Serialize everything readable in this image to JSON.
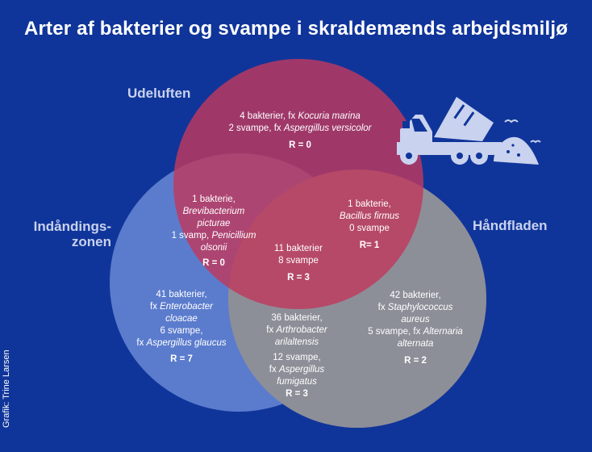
{
  "title": "Arter af bakterier og svampe i skraldemænds arbejdsmiljø",
  "credit": "Grafik: Trine Larsen",
  "colors": {
    "background": "#10359a",
    "udeluften": "#c0395e",
    "indandingszonen": "#5b7ccd",
    "handfladen": "#8d8f98",
    "label": "#c9d2ee",
    "truck": "#c9d2ee"
  },
  "sets": {
    "udeluften": "Udeluften",
    "indandingszonen_1": "Indåndings-",
    "indandingszonen_2": "zonen",
    "handfladen": "Håndfladen"
  },
  "icon": "garbage-truck-icon",
  "regions": {
    "udeluften_only": {
      "line1": "4 bakterier, fx ",
      "line1_it": "Kocuria marina",
      "line2": "2 svampe, fx ",
      "line2_it": "Aspergillus versicolor",
      "r": "R = 0"
    },
    "ude_indanding": {
      "line1": "1 bakterie,",
      "line2_it": "Brevibacterium",
      "line3_it": "picturae",
      "line4": "1 svamp, ",
      "line4_it": "Penicillium",
      "line5_it": "olsonii",
      "r": "R = 0"
    },
    "ude_hand": {
      "line1": "1 bakterie,",
      "line2_it": "Bacillus firmus",
      "line3": "0 svampe",
      "r": "R= 1"
    },
    "all_three": {
      "line1": "11 bakterier",
      "line2": "8 svampe",
      "r": "R = 3"
    },
    "indanding_only": {
      "line1": "41 bakterier,",
      "line2": "fx ",
      "line2_it": "Enterobacter",
      "line3_it": "cloacae",
      "line4": "6 svampe,",
      "line5": "fx ",
      "line5_it": "Aspergillus glaucus",
      "r": "R = 7"
    },
    "indanding_hand": {
      "line1": "36 bakterier,",
      "line2": "fx ",
      "line2_it": "Arthrobacter",
      "line3_it": "arilaltensis",
      "line4": "12 svampe,",
      "line5": "fx ",
      "line5_it": "Aspergillus",
      "line6_it": "fumigatus",
      "r": "R = 3"
    },
    "hand_only": {
      "line1": "42 bakterier,",
      "line2": "fx ",
      "line2_it": "Staphylococcus",
      "line3_it": "aureus",
      "line4": "5 svampe, fx ",
      "line4_it": "Alternaria",
      "line5_it": "alternata",
      "r": "R = 2"
    }
  }
}
